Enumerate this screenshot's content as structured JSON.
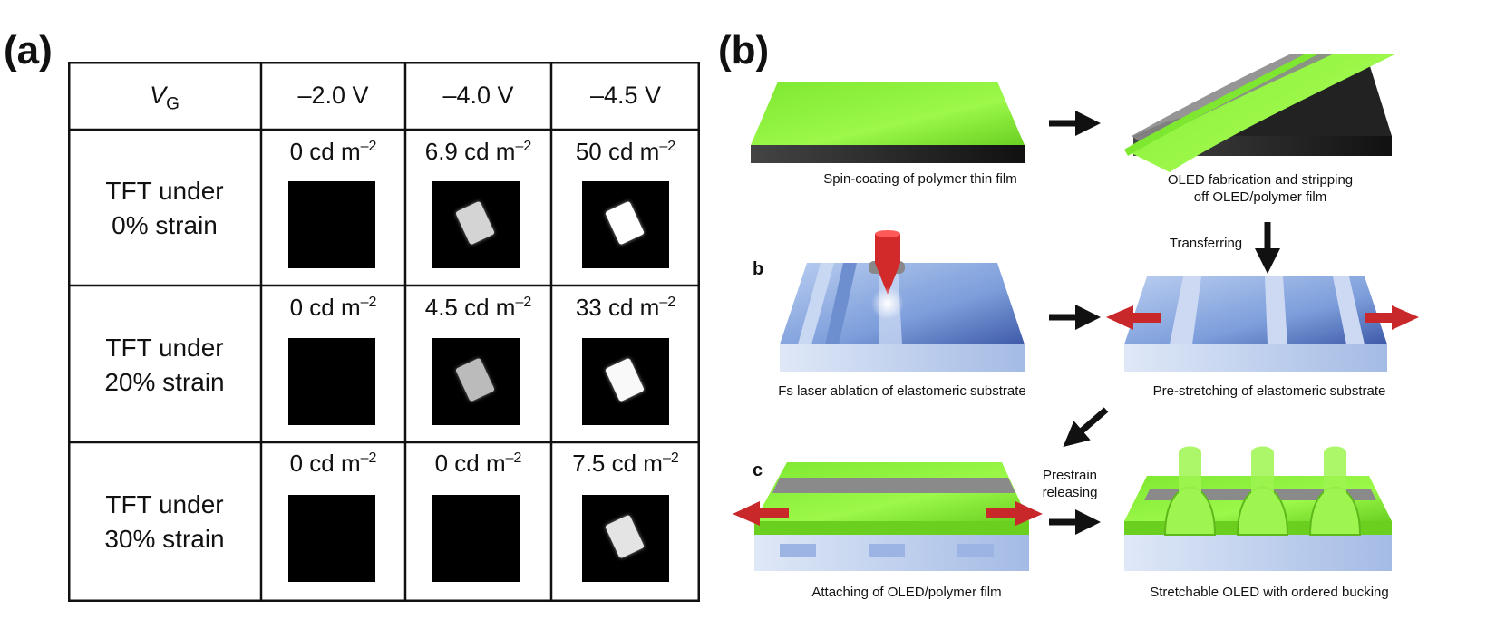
{
  "panel_labels": {
    "a": "(a)",
    "b": "(b)"
  },
  "table": {
    "header": {
      "vg_symbol": "V",
      "vg_sub": "G",
      "columns": [
        "–2.0 V",
        "–4.0 V",
        "–4.5 V"
      ]
    },
    "rows": [
      {
        "label_line1": "TFT under",
        "label_line2": "0% strain",
        "cells": [
          {
            "value": "0",
            "unit": "cd m",
            "exp": "–2",
            "brightness": 0
          },
          {
            "value": "6.9",
            "unit": "cd m",
            "exp": "–2",
            "brightness": 0.78
          },
          {
            "value": "50",
            "unit": "cd m",
            "exp": "–2",
            "brightness": 1.0
          }
        ]
      },
      {
        "label_line1": "TFT under",
        "label_line2": "20% strain",
        "cells": [
          {
            "value": "0",
            "unit": "cd m",
            "exp": "–2",
            "brightness": 0
          },
          {
            "value": "4.5",
            "unit": "cd m",
            "exp": "–2",
            "brightness": 0.65
          },
          {
            "value": "33",
            "unit": "cd m",
            "exp": "–2",
            "brightness": 0.97
          }
        ]
      },
      {
        "label_line1": "TFT under",
        "label_line2": "30% strain",
        "cells": [
          {
            "value": "0",
            "unit": "cd m",
            "exp": "–2",
            "brightness": 0
          },
          {
            "value": "0",
            "unit": "cd m",
            "exp": "–2",
            "brightness": 0
          },
          {
            "value": "7.5",
            "unit": "cd m",
            "exp": "–2",
            "brightness": 0.86
          }
        ]
      }
    ]
  },
  "process": {
    "captions": {
      "spin": "Spin-coating of polymer thin film",
      "oled_line1": "OLED fabrication and stripping",
      "oled_line2": "off OLED/polymer film",
      "laser": "Fs laser ablation of elastomeric substrate",
      "prestretch": "Pre-stretching of elastomeric substrate",
      "attach": "Attaching of OLED/polymer film",
      "stretchable": "Stretchable OLED with ordered bucking"
    },
    "sublabels": {
      "b": "b",
      "c": "c"
    },
    "notes": {
      "transfer": "Transferring",
      "release_line1": "Prestrain",
      "release_line2": "releasing"
    },
    "colors": {
      "green": "#8ef03a",
      "dark_green": "#4faa1a",
      "blue": "#7fa0d8",
      "dark_blue": "#3d5aa0",
      "red": "#c8282a",
      "gray": "#8a8a8a"
    }
  }
}
